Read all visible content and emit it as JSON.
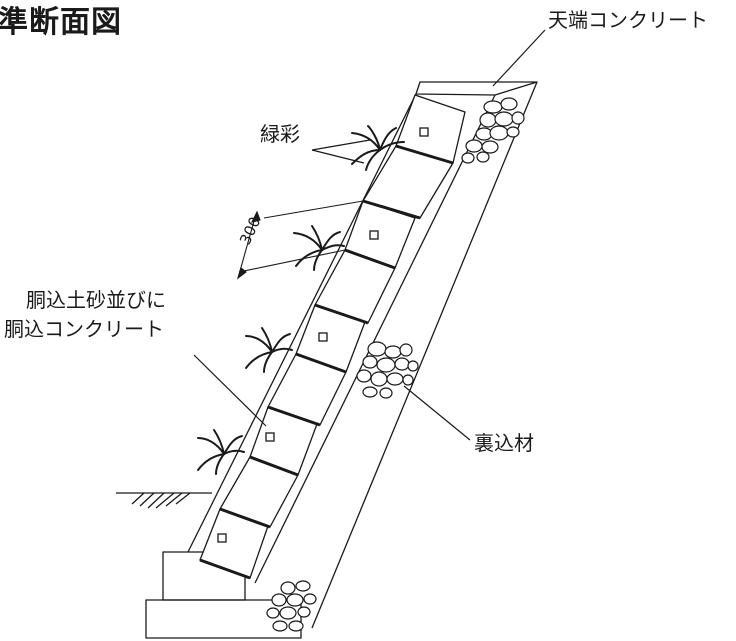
{
  "title": "準断面図",
  "labels": {
    "crown_concrete": "天端コンクリート",
    "greening": "緑彩",
    "fill_line1": "胴込土砂並びに",
    "fill_line2": "胴込コンクリート",
    "backfill": "裏込材"
  },
  "dimension": "300",
  "colors": {
    "line": "#1a1a1a",
    "background": "#ffffff"
  }
}
